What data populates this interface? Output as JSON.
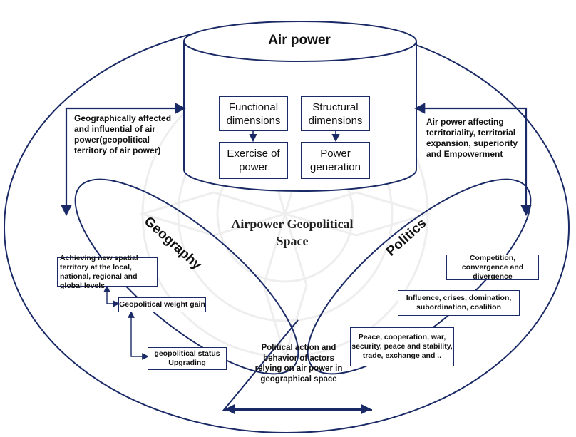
{
  "title": "Air power",
  "center_label": "Airpower Geopolitical Space",
  "dimensions": {
    "functional": "Functional dimensions",
    "structural": "Structural dimensions",
    "exercise": "Exercise of power",
    "generation": "Power generation"
  },
  "left_note": "Geographically affected and influential of air power(geopolitical territory of air power)",
  "right_note": "Air power affecting territoriality, territorial expansion, superiority and Empowerment",
  "geography": {
    "title": "Geography",
    "boxes": [
      "Achieving new spatial territory at the local, national, regional and global levels",
      "Geopolitical weight gain",
      "geopolitical status Upgrading"
    ]
  },
  "politics": {
    "title": "Politics",
    "boxes": [
      "Competition, convergence and divergence",
      "Influence, crises, domination, subordination, coalition",
      "Peace, cooperation, war, security, peace and stability, trade, exchange and .."
    ]
  },
  "bottom_note": "Political action and behavior of actors relying on air power in geographical space",
  "colors": {
    "stroke": "#1a2a66",
    "watermark": "#d9d9d9"
  }
}
